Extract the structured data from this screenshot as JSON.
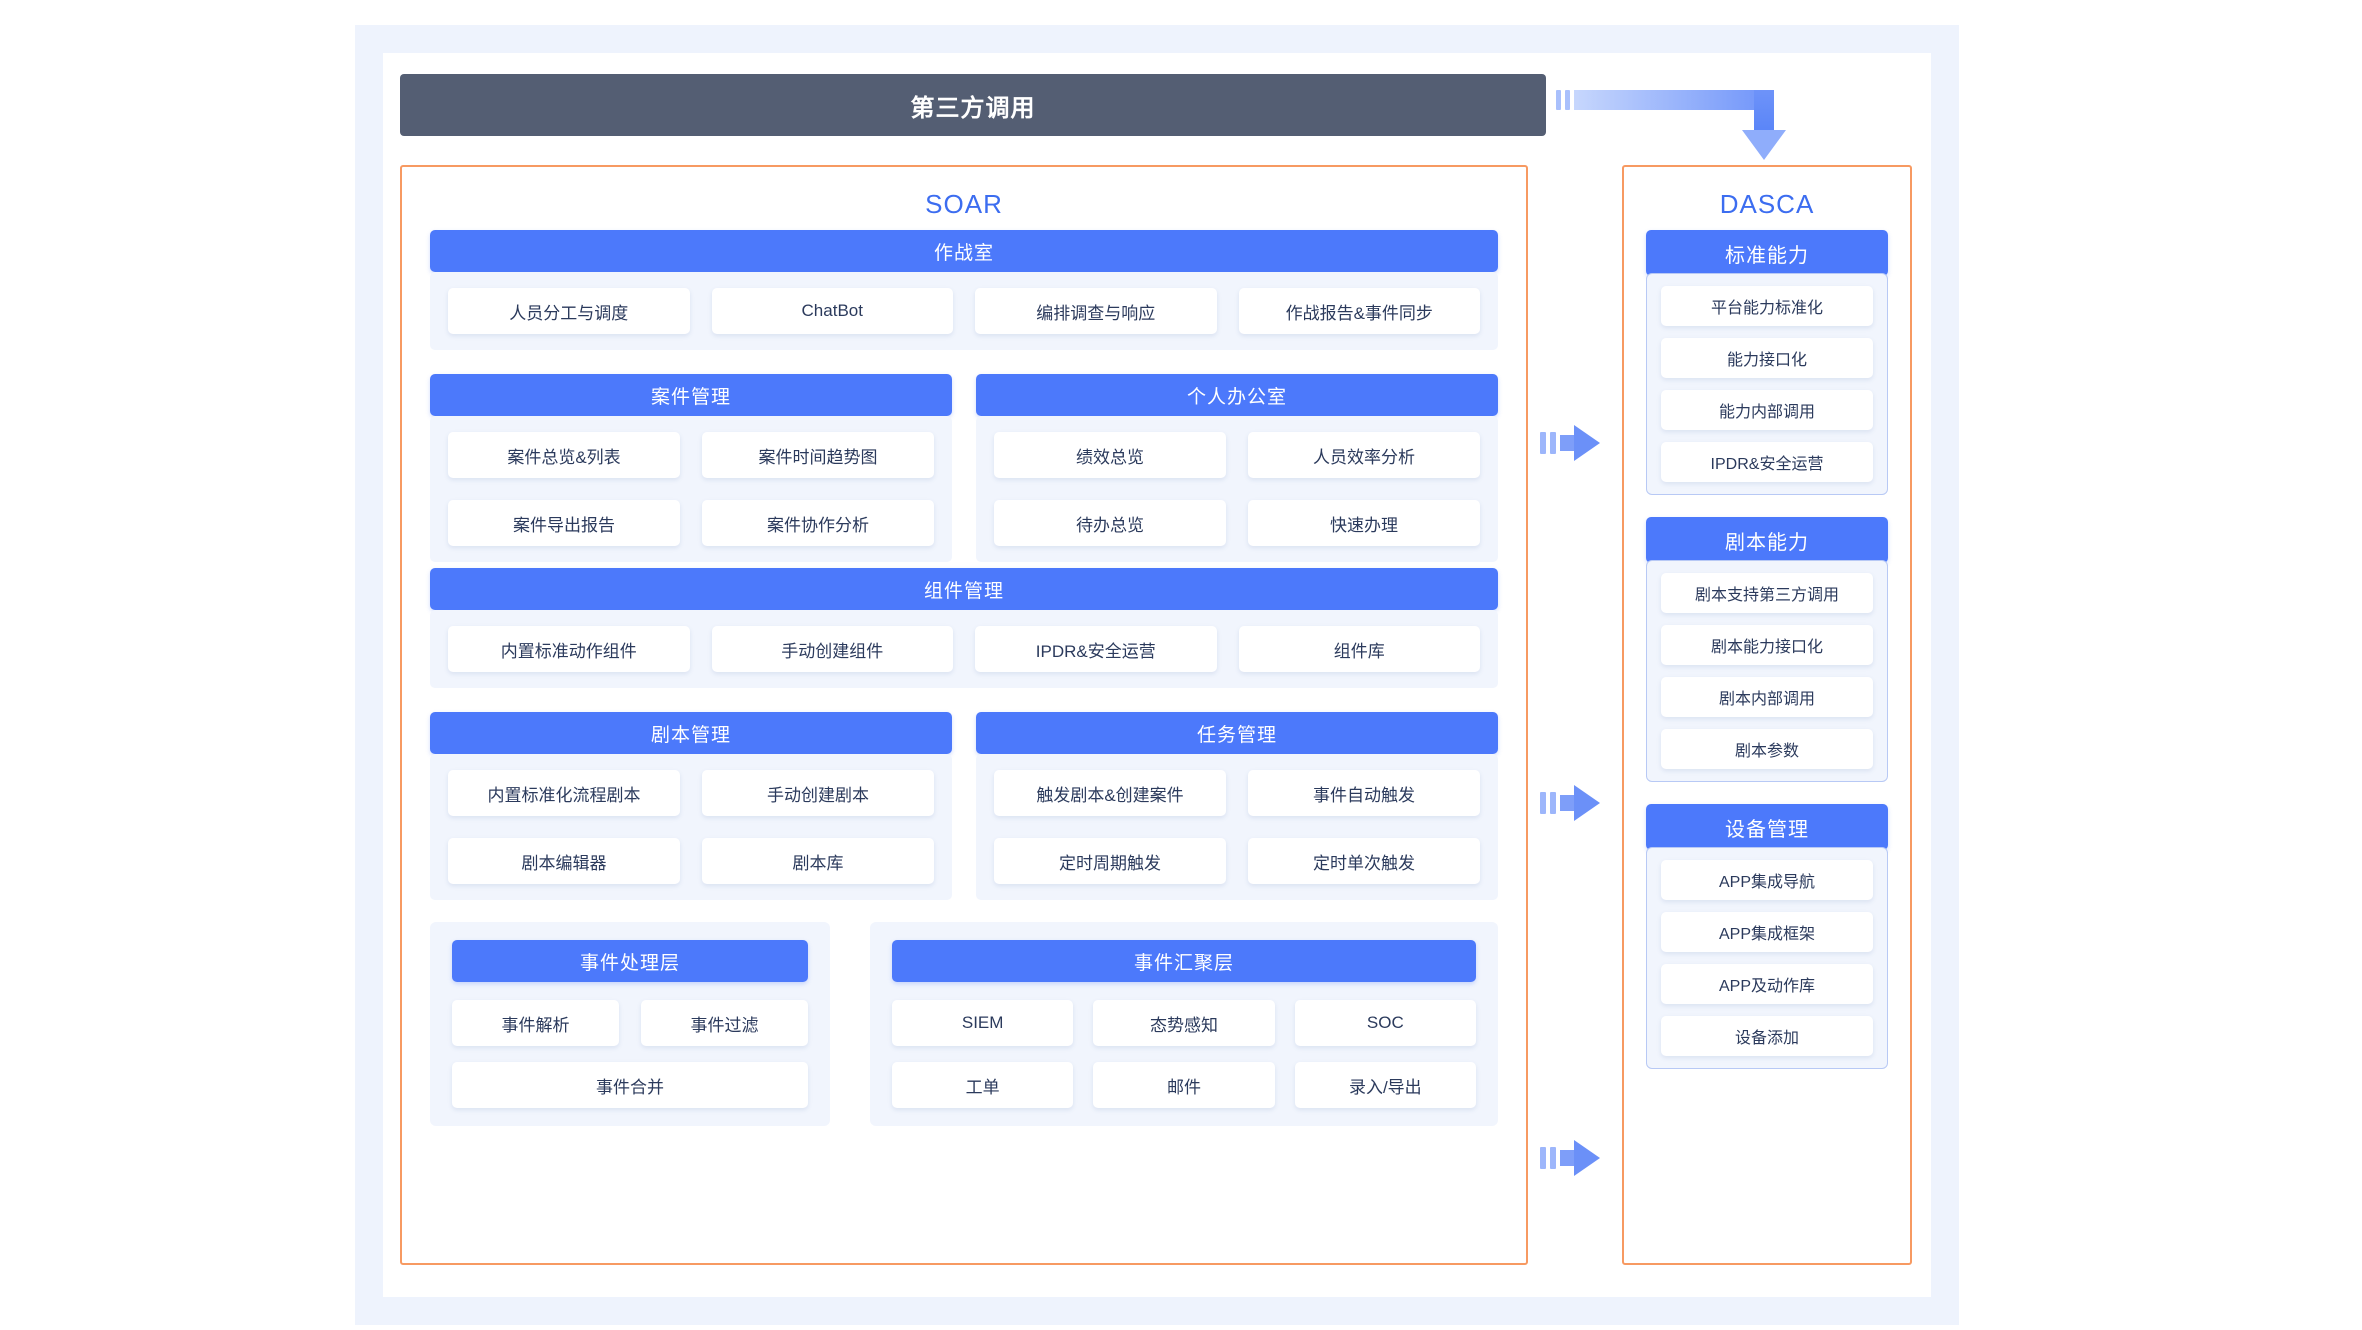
{
  "third_party": {
    "label": "第三方调用"
  },
  "soar": {
    "title": "SOAR",
    "groups": [
      {
        "header": "作战室",
        "layout": "row4",
        "items": [
          "人员分工与调度",
          "ChatBot",
          "编排调查与响应",
          "作战报告&事件同步"
        ]
      },
      {
        "header": "案件管理",
        "layout": "row2",
        "items": [
          "案件总览&列表",
          "案件时间趋势图",
          "案件导出报告",
          "案件协作分析"
        ]
      },
      {
        "header": "个人办公室",
        "layout": "row2",
        "items": [
          "绩效总览",
          "人员效率分析",
          "待办总览",
          "快速办理"
        ]
      },
      {
        "header": "组件管理",
        "layout": "row4",
        "items": [
          "内置标准动作组件",
          "手动创建组件",
          "IPDR&安全运营",
          "组件库"
        ]
      },
      {
        "header": "剧本管理",
        "layout": "row2",
        "items": [
          "内置标准化流程剧本",
          "手动创建剧本",
          "剧本编辑器",
          "剧本库"
        ]
      },
      {
        "header": "任务管理",
        "layout": "row2",
        "items": [
          "触发剧本&创建案件",
          "事件自动触发",
          "定时周期触发",
          "定时单次触发"
        ]
      }
    ],
    "bottom": [
      {
        "header": "事件处理层",
        "rows": [
          [
            "事件解析",
            "事件过滤"
          ],
          [
            "事件合并"
          ]
        ]
      },
      {
        "header": "事件汇聚层",
        "rows": [
          [
            "SIEM",
            "态势感知",
            "SOC"
          ],
          [
            "工单",
            "邮件",
            "录入/导出"
          ]
        ]
      }
    ]
  },
  "dasca": {
    "title": "DASCA",
    "groups": [
      {
        "header": "标准能力",
        "items": [
          "平台能力标准化",
          "能力接口化",
          "能力内部调用",
          "IPDR&安全运营"
        ]
      },
      {
        "header": "剧本能力",
        "items": [
          "剧本支持第三方调用",
          "剧本能力接口化",
          "剧本内部调用",
          "剧本参数"
        ]
      },
      {
        "header": "设备管理",
        "items": [
          "APP集成导航",
          "APP集成框架",
          "APP及动作库",
          "设备添加"
        ]
      }
    ]
  },
  "connectors": {
    "elbow_icon": "elbow-arrow-down-icon",
    "arrow_icon": "arrow-right-icon",
    "count": 3
  },
  "colors": {
    "accent_blue": "#4c79fb",
    "title_blue": "#3c6df0",
    "orange_border": "#f79a62",
    "dark_header": "#545e73",
    "panel_bg": "#f1f5fd",
    "frame_bg": "#eef3fd",
    "chip_text": "#2b3a5c"
  }
}
